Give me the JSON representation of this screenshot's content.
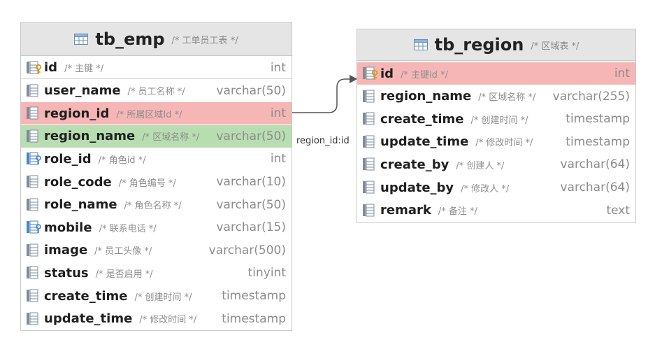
{
  "tables": {
    "tb_emp": {
      "title": "tb_emp",
      "comment": "/* 工单员工表 */",
      "icon": "table-icon",
      "columns": [
        {
          "name": "id",
          "comment": "/* 主键 */",
          "type": "int",
          "icon": "primary-key-icon",
          "highlight": "none"
        },
        {
          "name": "user_name",
          "comment": "/* 员工名称 */",
          "type": "varchar(50)",
          "icon": "column-icon",
          "highlight": "none"
        },
        {
          "name": "region_id",
          "comment": "/* 所属区域Id */",
          "type": "int",
          "icon": "column-icon",
          "highlight": "red"
        },
        {
          "name": "region_name",
          "comment": "/* 区域名称 */",
          "type": "varchar(50)",
          "icon": "column-icon",
          "highlight": "green"
        },
        {
          "name": "role_id",
          "comment": "/* 角色id */",
          "type": "int",
          "icon": "index-column-icon",
          "highlight": "none"
        },
        {
          "name": "role_code",
          "comment": "/* 角色编号 */",
          "type": "varchar(10)",
          "icon": "column-icon",
          "highlight": "none"
        },
        {
          "name": "role_name",
          "comment": "/* 角色名称 */",
          "type": "varchar(50)",
          "icon": "column-icon",
          "highlight": "none"
        },
        {
          "name": "mobile",
          "comment": "/* 联系电话 */",
          "type": "varchar(15)",
          "icon": "index-column-icon",
          "highlight": "none"
        },
        {
          "name": "image",
          "comment": "/* 员工头像 */",
          "type": "varchar(500)",
          "icon": "column-icon",
          "highlight": "none"
        },
        {
          "name": "status",
          "comment": "/* 是否启用 */",
          "type": "tinyint",
          "icon": "column-icon",
          "highlight": "none"
        },
        {
          "name": "create_time",
          "comment": "/* 创建时间 */",
          "type": "timestamp",
          "icon": "column-icon",
          "highlight": "none"
        },
        {
          "name": "update_time",
          "comment": "/* 修改时间 */",
          "type": "timestamp",
          "icon": "column-icon",
          "highlight": "none"
        }
      ]
    },
    "tb_region": {
      "title": "tb_region",
      "comment": "/* 区域表 */",
      "icon": "table-icon",
      "columns": [
        {
          "name": "id",
          "comment": "/* 主键id */",
          "type": "int",
          "icon": "primary-key-icon",
          "highlight": "red"
        },
        {
          "name": "region_name",
          "comment": "/* 区域名称 */",
          "type": "varchar(255)",
          "icon": "column-icon",
          "highlight": "none"
        },
        {
          "name": "create_time",
          "comment": "/* 创建时间 */",
          "type": "timestamp",
          "icon": "column-icon",
          "highlight": "none"
        },
        {
          "name": "update_time",
          "comment": "/* 修改时间 */",
          "type": "timestamp",
          "icon": "column-icon",
          "highlight": "none"
        },
        {
          "name": "create_by",
          "comment": "/* 创建人 */",
          "type": "varchar(64)",
          "icon": "column-icon",
          "highlight": "none"
        },
        {
          "name": "update_by",
          "comment": "/* 修改人 */",
          "type": "varchar(64)",
          "icon": "column-icon",
          "highlight": "none"
        },
        {
          "name": "remark",
          "comment": "/* 备注 */",
          "type": "text",
          "icon": "column-icon",
          "highlight": "none"
        }
      ]
    }
  },
  "relation": {
    "label": "region_id:id",
    "from": "tb_emp.region_id",
    "to": "tb_region.id"
  },
  "colors": {
    "highlight_red": "#f6b6b6",
    "highlight_green": "#b7ddb1",
    "header_bg": "#e5e5e5",
    "border": "#c9c9c9",
    "edge": "#555555"
  }
}
